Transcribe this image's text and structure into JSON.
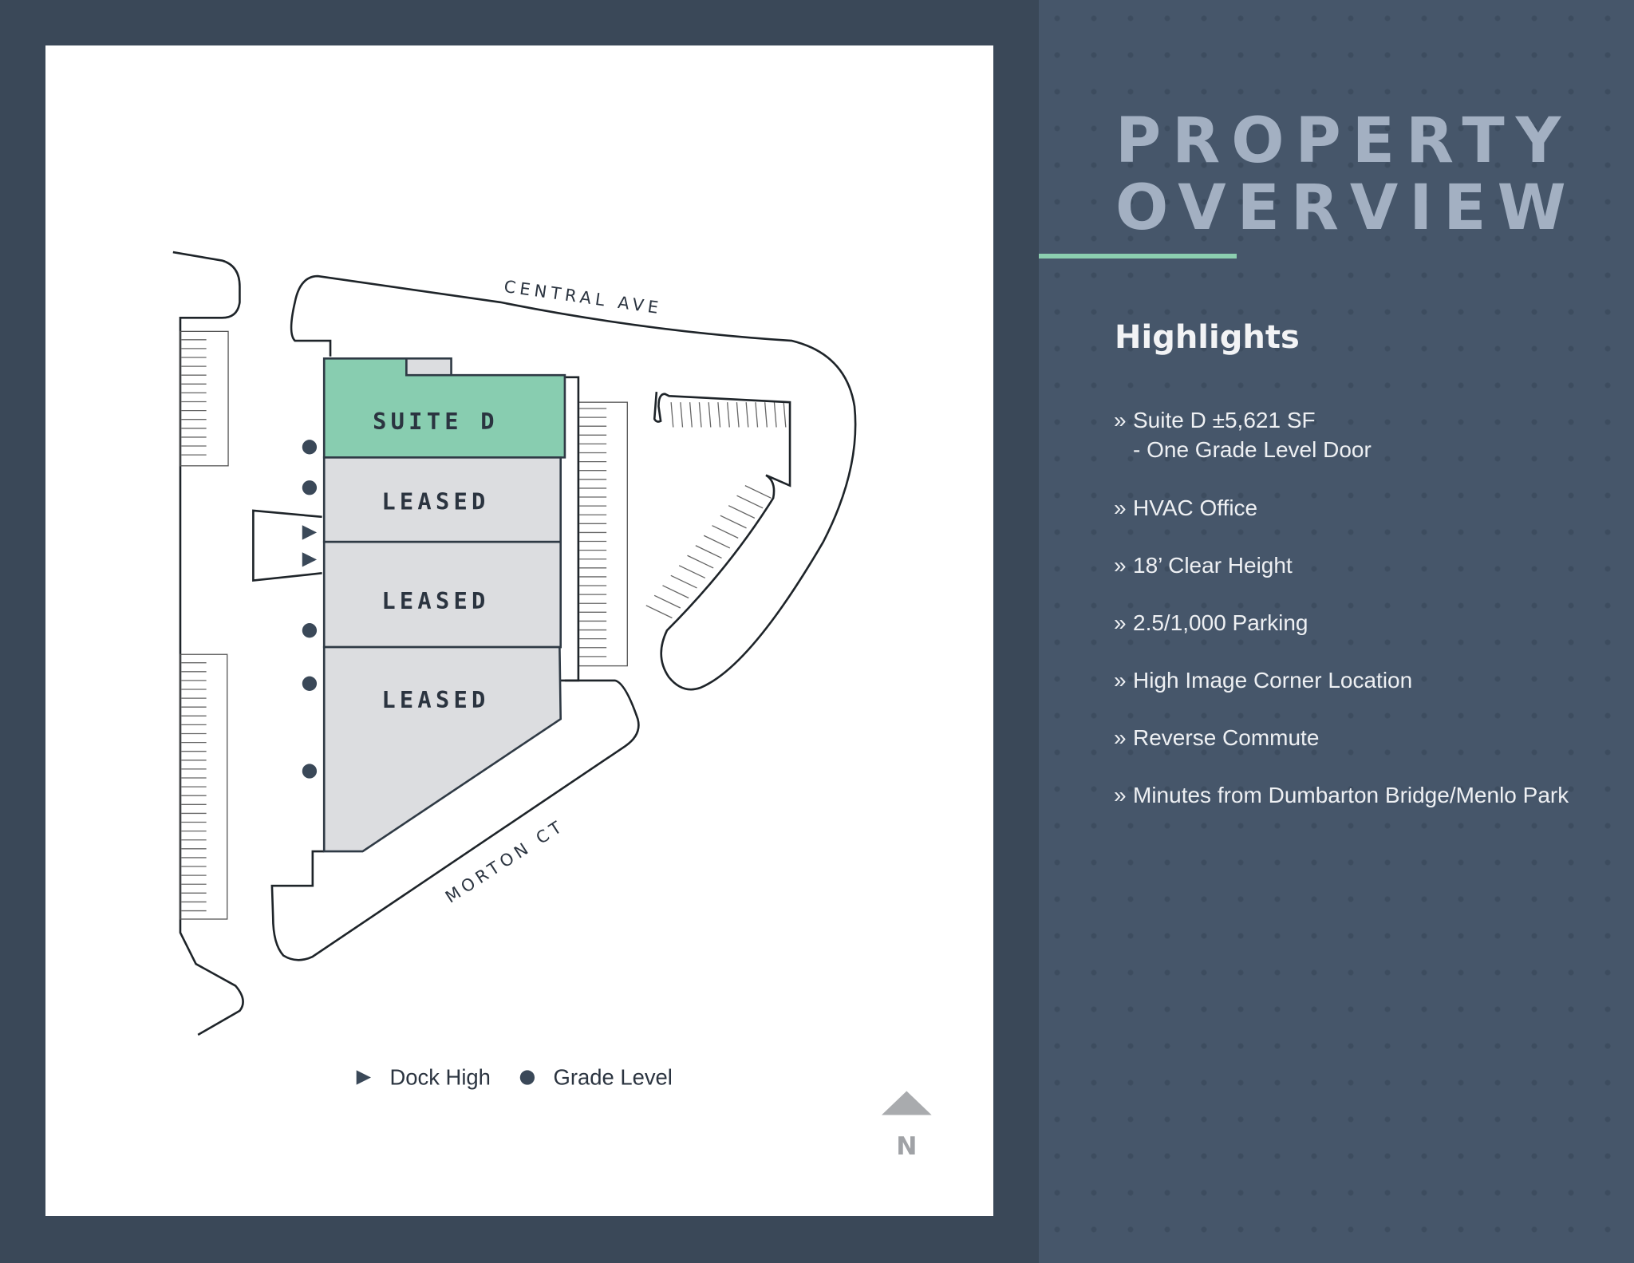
{
  "header": {
    "title_line1": "PROPERTY",
    "title_line2": "OVERVIEW"
  },
  "highlights": {
    "heading": "Highlights",
    "bullet_mark": "»",
    "items": [
      {
        "text": "Suite D ±5,621 SF",
        "sub": "- One Grade Level Door"
      },
      {
        "text": "HVAC Office"
      },
      {
        "text": "18’ Clear Height"
      },
      {
        "text": "2.5/1,000 Parking"
      },
      {
        "text": "High Image Corner Location"
      },
      {
        "text": "Reverse Commute"
      },
      {
        "text": "Minutes from Dumbarton Bridge/Menlo Park"
      }
    ]
  },
  "site_plan": {
    "streets": {
      "north": "CENTRAL AVE",
      "south": "MORTON CT"
    },
    "suites": [
      {
        "label": "SUITE D",
        "status": "available",
        "color": "#88cdb0"
      },
      {
        "label": "LEASED",
        "status": "leased",
        "color": "#dcdde0"
      },
      {
        "label": "LEASED",
        "status": "leased",
        "color": "#dcdde0"
      },
      {
        "label": "LEASED",
        "status": "leased",
        "color": "#dcdde0"
      }
    ],
    "legend": {
      "dock_high": "Dock High",
      "grade_level": "Grade Level"
    },
    "north_label": "N"
  },
  "colors": {
    "accent": "#8ccfb0",
    "panel_bg": "#46566a",
    "title": "#a3b0c2",
    "marker": "#3a4858"
  }
}
